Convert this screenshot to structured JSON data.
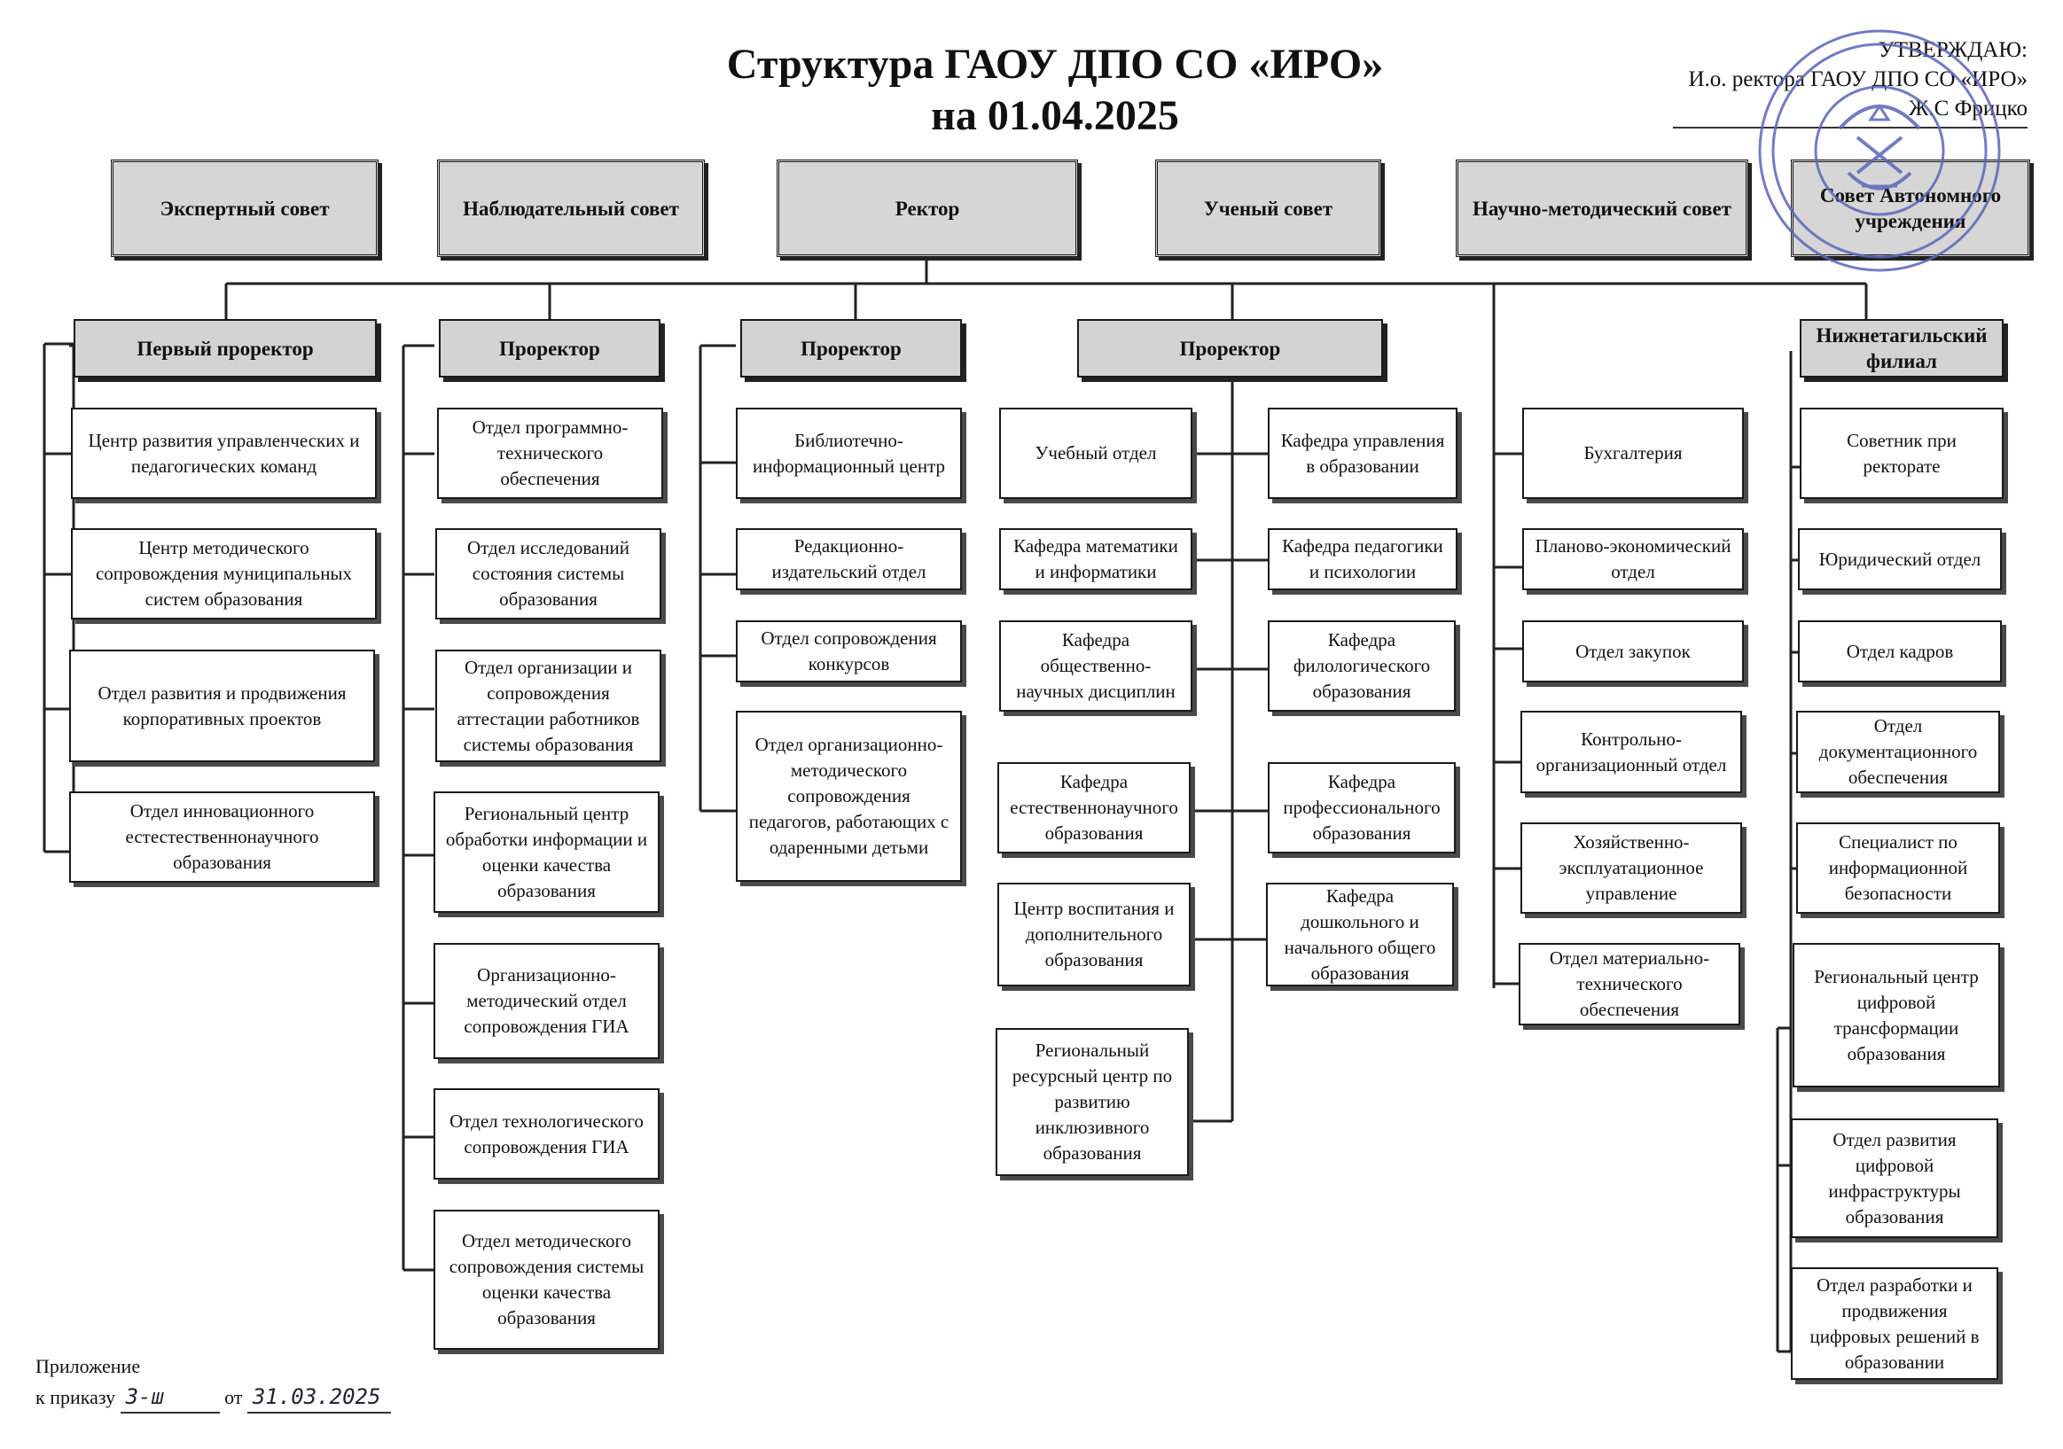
{
  "title": {
    "line1": "Структура ГАОУ ДПО СО «ИРО»",
    "line2": "на 01.04.2025"
  },
  "approval": {
    "line1": "УТВЕРЖДАЮ:",
    "line2": "И.о. ректора ГАОУ ДПО СО «ИРО»",
    "line3": "Ж.С Фрицко"
  },
  "councils": {
    "expert": "Экспертный совет",
    "supervisory": "Наблюдательный совет",
    "rector": "Ректор",
    "academic": "Ученый совет",
    "scientific": "Научно-методический совет",
    "autonomous": "Совет Автономного учреждения"
  },
  "columns": {
    "first_prorector": {
      "head": "Первый проректор",
      "units": [
        "Центр развития управленческих и педагогических команд",
        "Центр методического сопровождения муниципальных систем образования",
        "Отдел развития и продвижения корпоративных проектов",
        "Отдел инновационного естестественнонаучного образования"
      ]
    },
    "prorector_1": {
      "head": "Проректор",
      "units": [
        "Отдел программно-технического обеспечения",
        "Отдел исследований состояния системы образования",
        "Отдел организации и сопровождения аттестации работников системы образования",
        "Региональный центр обработки информации и оценки качества образования",
        "Организационно-методический отдел сопровождения ГИА",
        "Отдел технологического сопровождения ГИА",
        "Отдел методического сопровождения системы оценки качества образования"
      ]
    },
    "prorector_2": {
      "head": "Проректор",
      "units": [
        "Библиотечно-информационный центр",
        "Редакционно-издательский отдел",
        "Отдел сопровождения конкурсов",
        "Отдел организационно-методического сопровождения педагогов, работающих с одаренными детьми"
      ]
    },
    "prorector_3": {
      "head": "Проректор",
      "left_units": [
        "Учебный отдел",
        "Кафедра математики и информатики",
        "Кафедра общественно-научных дисциплин",
        "Кафедра естественнонаучного образования",
        "Центр воспитания и дополнительного образования",
        "Региональный ресурсный центр по развитию инклюзивного образования"
      ],
      "right_units": [
        "Кафедра управления в образовании",
        "Кафедра педагогики и психологии",
        "Кафедра филологического образования",
        "Кафедра профессионального образования",
        "Кафедра дошкольного и начального общего образования"
      ]
    },
    "direct": {
      "units": [
        "Бухгалтерия",
        "Планово-экономический отдел",
        "Отдел закупок",
        "Контрольно-организационный отдел",
        "Хозяйственно-эксплуатационное управление",
        "Отдел материально-технического обеспечения"
      ]
    },
    "branch": {
      "head": "Нижнетагильский филиал",
      "units": [
        "Советник при ректорате",
        "Юридический отдел",
        "Отдел кадров",
        "Отдел документационного обеспечения",
        "Специалист по информационной безопасности",
        "Региональный центр цифровой трансформации образования",
        "Отдел развития цифровой инфраструктуры образования",
        "Отдел разработки и продвижения цифровых решений в образовании"
      ]
    }
  },
  "footer": {
    "line1": "Приложение",
    "line2_prefix": "к приказу",
    "order_number": "3-ш",
    "between": "от",
    "order_date": "31.03.2025"
  },
  "colors": {
    "header_fill": "#d3d3d3",
    "council_fill": "#d6d6d6",
    "stamp": "#5a66b8"
  }
}
